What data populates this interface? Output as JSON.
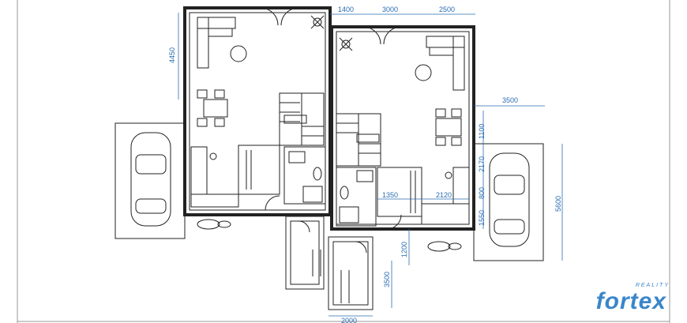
{
  "dimensions": {
    "top_left": "1400",
    "top_mid": "3000",
    "top_right": "2500",
    "left_height": "4450",
    "right_width": "3500",
    "right_1100": "1100",
    "right_2170": "2170",
    "right_800": "800",
    "right_1550": "1550",
    "car_depth": "5600",
    "inner_1350": "1350",
    "inner_2120": "2120",
    "entry_1200": "1200",
    "bike_3500": "3500",
    "bottom_2000": "2000"
  },
  "logo": {
    "text": "fortex",
    "sub": "REALITY"
  },
  "colors": {
    "line": "#222222",
    "dim": "#2a6db3",
    "logo": "#3a86c9"
  }
}
